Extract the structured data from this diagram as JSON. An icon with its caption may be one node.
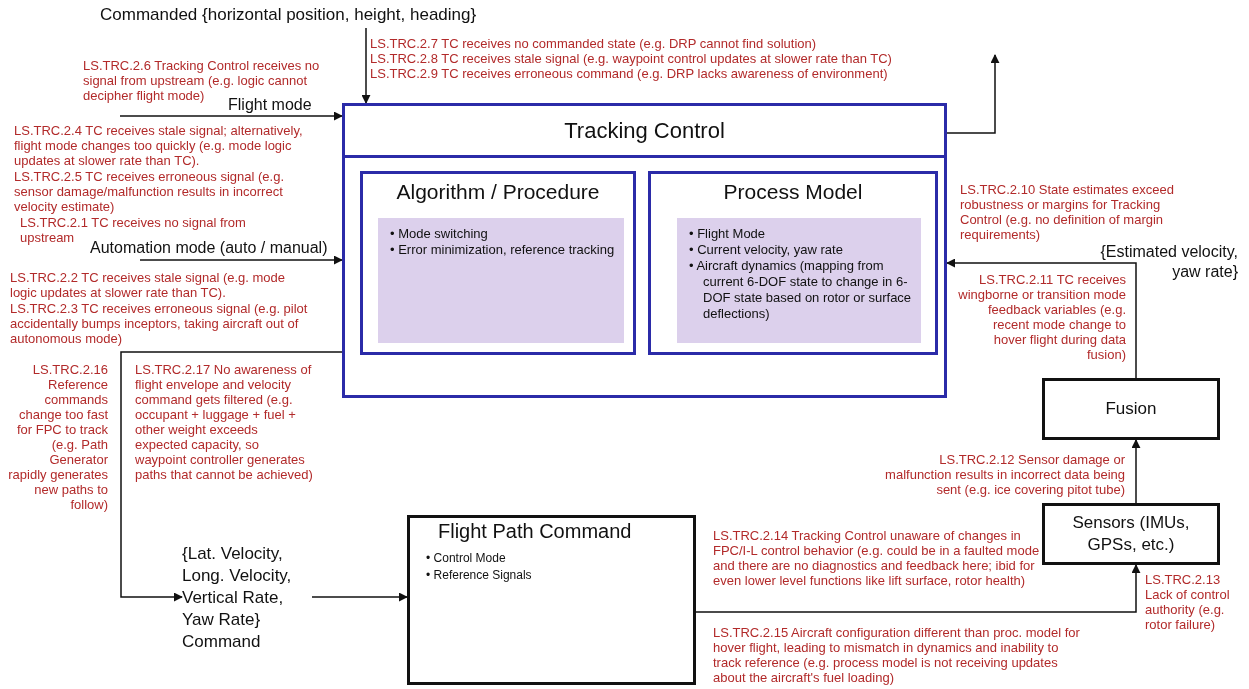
{
  "diagram": {
    "nodes": [
      {
        "text": [
          "Commanded {horizontal position, height, heading}"
        ]
      },
      {
        "text": [
          "Tracking Control"
        ]
      },
      {
        "text": [
          "Algorithm / Procedure"
        ],
        "in": 1
      },
      {
        "text": [
          "• Mode switching",
          "• Error minimization, reference tracking"
        ],
        "in": 2
      },
      {
        "text": [
          "Process Model"
        ],
        "in": 1
      },
      {
        "text": [
          "• Flight Mode",
          "• Current velocity, yaw rate",
          "• Aircraft dynamics (mapping from current 6-DOF state to change in 6-DOF state based on rotor or surface deflections)"
        ],
        "in": 4
      },
      {
        "text": [
          "Fusion"
        ]
      },
      {
        "text": [
          "Sensors (IMUs, GPSs, etc.)"
        ]
      },
      {
        "text": [
          "{Lat. Velocity, Long. Velocity, Vertical Rate, Yaw Rate} Command"
        ]
      },
      {
        "text": [
          "Flight Path Command",
          "• Control Mode",
          "• Reference Signals"
        ]
      }
    ],
    "edges": [
      {
        "from": 0,
        "to": 1,
        "arrow": "to"
      },
      {
        "from": null,
        "to": 1,
        "arrow": "to",
        "label": "Flight mode"
      },
      {
        "from": null,
        "to": 1,
        "arrow": "to",
        "label": "Automation mode (auto / manual)"
      },
      {
        "from": 1,
        "to": null,
        "arrow": "to"
      },
      {
        "from": 6,
        "to": 1,
        "arrow": "to",
        "label": "{Estimated velocity, yaw rate}"
      },
      {
        "from": 7,
        "to": 6,
        "arrow": "to"
      },
      {
        "from": 9,
        "to": 7,
        "arrow": "to"
      },
      {
        "from": 1,
        "to": 8,
        "arrow": "to"
      },
      {
        "from": 8,
        "to": 9,
        "arrow": "to"
      }
    ],
    "labels": [
      "LS.TRC.2.7 TC receives no commanded state (e.g. DRP cannot find solution)",
      "LS.TRC.2.8 TC receives stale signal (e.g. waypoint control updates at slower rate than TC)",
      "LS.TRC.2.9 TC receives erroneous command (e.g. DRP lacks awareness of environment)",
      "LS.TRC.2.6 Tracking Control receives no signal from upstream (e.g. logic cannot decipher flight mode)",
      "LS.TRC.2.4 TC receives stale signal; alternatively, flight mode changes too quickly (e.g. mode logic updates at slower rate than TC).",
      "LS.TRC.2.5 TC receives erroneous signal (e.g. sensor damage/malfunction results in incorrect velocity estimate)",
      "LS.TRC.2.1 TC receives no signal from upstream",
      "LS.TRC.2.2 TC receives stale signal (e.g. mode logic updates at slower rate than TC).",
      "LS.TRC.2.3 TC receives erroneous signal (e.g. pilot accidentally bumps inceptors, taking aircraft out of autonomous mode)",
      "LS.TRC.2.10 State estimates exceed robustness or margins for Tracking Control (e.g. no definition of margin requirements)",
      "LS.TRC.2.11 TC receives wingborne or transition mode feedback variables (e.g. recent mode change to hover flight during data fusion)",
      "LS.TRC.2.16 Reference commands change too fast for FPC to track (e.g. Path Generator rapidly generates new paths to follow)",
      "LS.TRC.2.17 No awareness of flight envelope and velocity command gets filtered (e.g. occupant + luggage + fuel + other weight exceeds expected capacity, so waypoint controller generates paths that cannot be achieved)",
      "LS.TRC.2.12 Sensor damage or malfunction results in incorrect data being sent (e.g. ice covering pitot tube)",
      "LS.TRC.2.14 Tracking Control unaware of changes in FPC/I-L control behavior (e.g. could be in a faulted mode and there are no diagnostics and feedback here; ibid for even lower level functions like lift surface, rotor health)",
      "LS.TRC.2.13 Lack of control authority (e.g. rotor failure)",
      "LS.TRC.2.15 Aircraft configuration different than proc. model for hover flight, leading to mismatch in dynamics and inability to track reference (e.g. process model is not receiving updates about the aircraft's fuel loading)"
    ]
  }
}
